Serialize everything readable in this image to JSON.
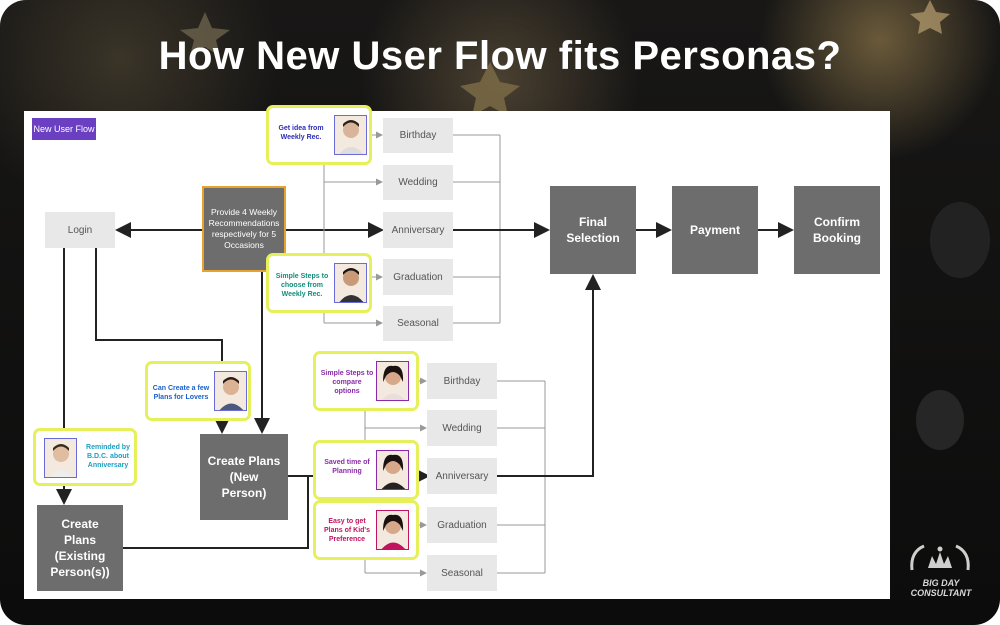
{
  "title": "How New User Flow fits Personas?",
  "tag": "New User Flow",
  "nodes": {
    "login": "Login",
    "provide": "Provide 4 Weekly Recommendations respectively for 5 Occasions",
    "final": "Final Selection",
    "payment": "Payment",
    "confirm": "Confirm Booking",
    "create_new": "Create Plans (New Person)",
    "create_existing": "Create Plans (Existing Person(s))"
  },
  "occasions_top": [
    "Birthday",
    "Wedding",
    "Anniversary",
    "Graduation",
    "Seasonal"
  ],
  "occasions_bottom": [
    "Birthday",
    "Wedding",
    "Anniversary",
    "Graduation",
    "Seasonal"
  ],
  "callouts": {
    "c1": "Get idea from Weekly Rec.",
    "c2": "Simple Steps to choose from Weekly Rec.",
    "c3": "Can Create a few Plans for Lovers",
    "c4": "Reminded by B.D.C. about Anniversary",
    "c5": "Simple Steps to compare options",
    "c6": "Saved time of Planning",
    "c7": "Easy to get Plans of Kid's Preference"
  },
  "colors": {
    "callout_border": "#e6f05a",
    "blue_text": "#2d2db5",
    "teal_text": "#138d7a",
    "purple_text": "#8a2aa8",
    "pink_text": "#c0145e",
    "cyan_text": "#1a9fc0",
    "provide_border": "#e8a232",
    "tag_bg": "#6a3fc1"
  },
  "logo": {
    "line1": "BIG DAY",
    "line2": "CONSULTANT",
    "icon": "crown-laurel-icon"
  }
}
